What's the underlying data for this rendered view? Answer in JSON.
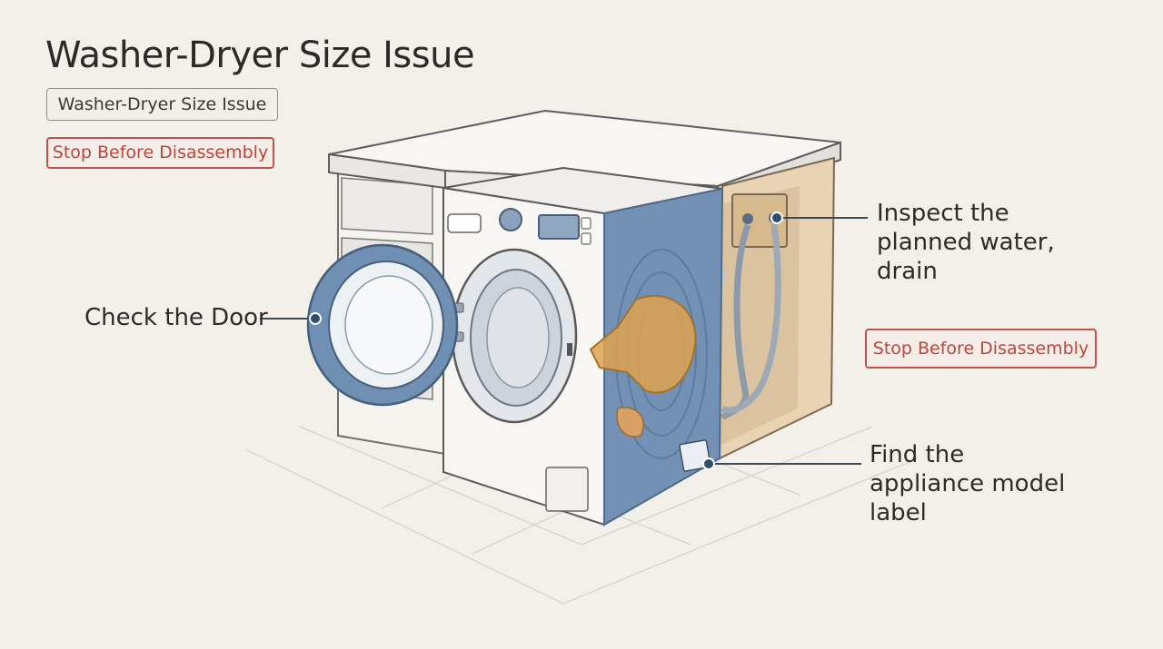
{
  "title": "Washer-Dryer Size Issue",
  "tags": {
    "section": "Washer-Dryer Size Issue",
    "warning_top": "Stop Before Disassembly",
    "warning_right": "Stop Before Disassembly"
  },
  "callouts": {
    "door": "Check the Door",
    "water": "Inspect the planned water, drain",
    "model_label": "Find the appliance model label"
  },
  "colors": {
    "background": "#f3f0ea",
    "accent_blue": "#6f8fb3",
    "warning_red": "#bf5349",
    "highlight_orange": "#e0a24f",
    "cabinet_wood": "#e8d3b3"
  }
}
